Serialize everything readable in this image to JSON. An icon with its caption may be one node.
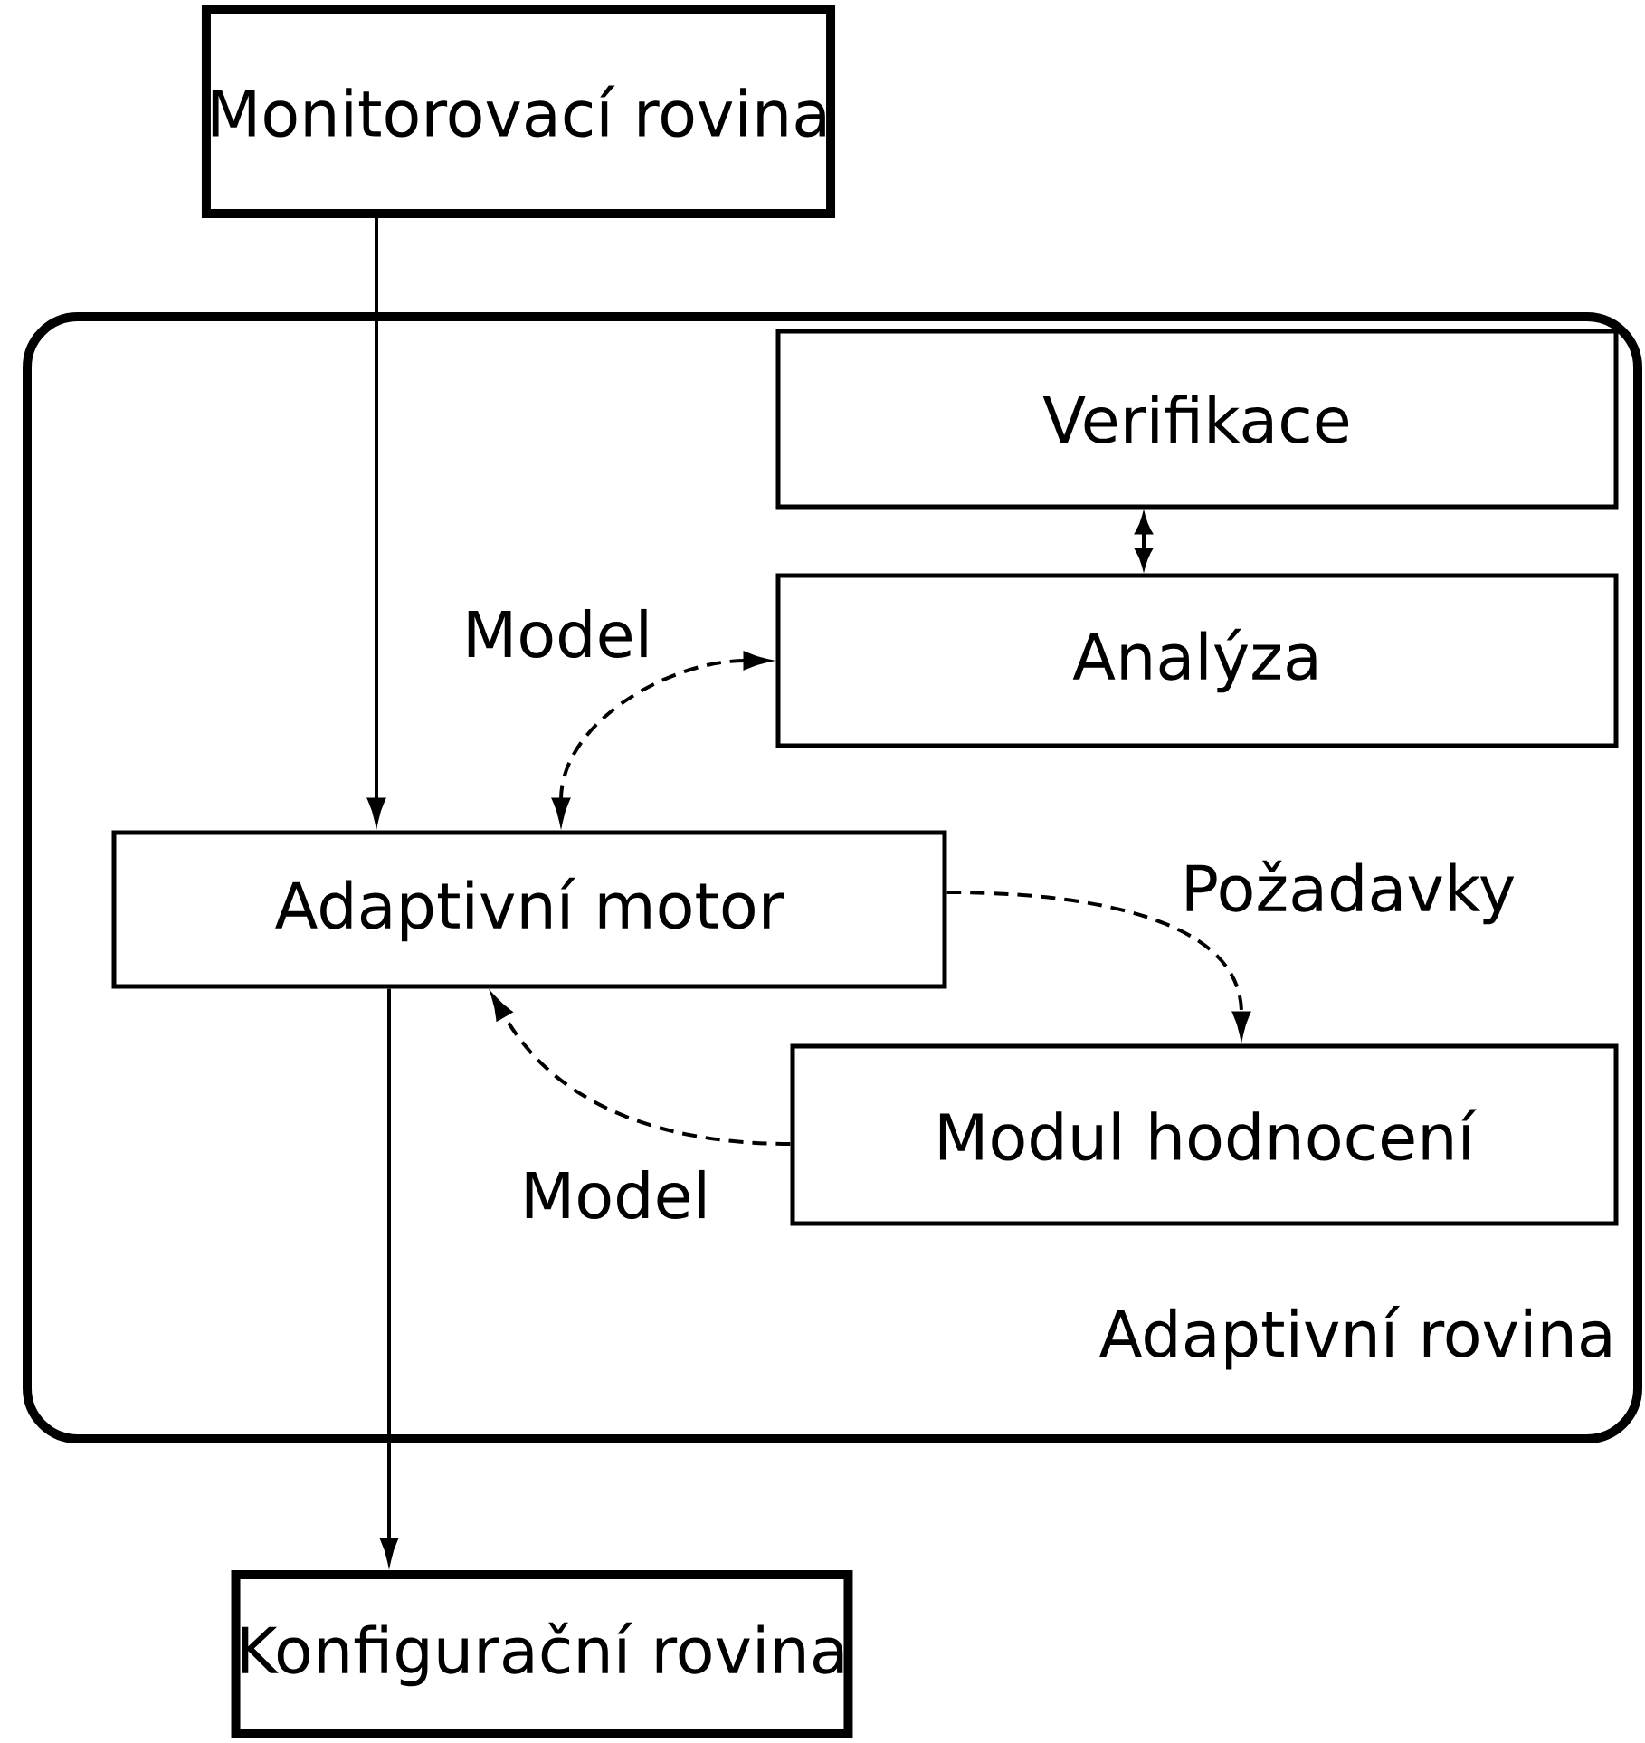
{
  "diagram": {
    "nodes": [
      {
        "text": [
          "Monitorovací rovina"
        ]
      },
      {
        "text": [
          "Adaptivní rovina"
        ]
      },
      {
        "text": [
          "Verifikace"
        ],
        "in": 1
      },
      {
        "text": [
          "Analýza"
        ],
        "in": 1
      },
      {
        "text": [
          "Adaptivní motor"
        ],
        "in": 1
      },
      {
        "text": [
          "Modul hodnocení"
        ],
        "in": 1
      },
      {
        "text": [
          "Konfigurační rovina"
        ]
      }
    ],
    "edges": [
      {
        "from": 0,
        "to": 4,
        "arrow": "to"
      },
      {
        "from": 4,
        "to": 6,
        "arrow": "to"
      },
      {
        "from": 2,
        "to": 3,
        "arrow": "both"
      },
      {
        "from": 4,
        "to": 3,
        "arrow": "both",
        "label": "Model",
        "style": "dashed"
      },
      {
        "from": 4,
        "to": 5,
        "arrow": "to",
        "label": "Požadavky",
        "style": "dashed"
      },
      {
        "from": 5,
        "to": 4,
        "arrow": "to",
        "label": "Model",
        "style": "dashed"
      }
    ]
  }
}
